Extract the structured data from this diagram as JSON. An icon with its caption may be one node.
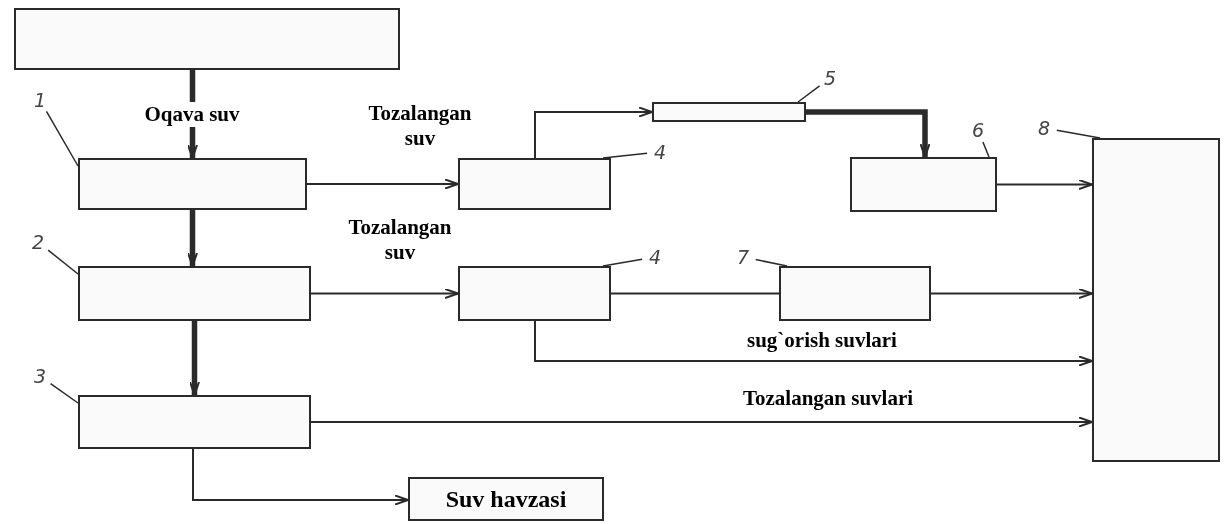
{
  "diagram": {
    "nodes": [
      {
        "text": [],
        "shape": "box"
      },
      {
        "text": [],
        "shape": "box"
      },
      {
        "text": [],
        "shape": "box"
      },
      {
        "text": [],
        "shape": "box"
      },
      {
        "text": [],
        "shape": "box"
      },
      {
        "text": [],
        "shape": "box"
      },
      {
        "text": [],
        "shape": "box"
      },
      {
        "text": [],
        "shape": "box"
      },
      {
        "text": [],
        "shape": "box"
      },
      {
        "text": [],
        "shape": "box"
      },
      {
        "text": [
          "Suv havzasi"
        ]
      },
      {
        "text": [
          "1"
        ]
      },
      {
        "text": [
          "4"
        ]
      },
      {
        "text": [
          "5"
        ]
      },
      {
        "text": [
          "6"
        ]
      },
      {
        "text": [
          "8"
        ]
      },
      {
        "text": [
          "2"
        ]
      },
      {
        "text": [
          "4"
        ]
      },
      {
        "text": [
          "7"
        ]
      },
      {
        "text": [
          "3"
        ]
      }
    ],
    "edges": [
      {
        "from": 0,
        "to": 1,
        "arrow": "to",
        "label": "Oqava suv",
        "style": "thick"
      },
      {
        "from": 1,
        "to": 2,
        "arrow": "to",
        "label": "Tozalangan suv"
      },
      {
        "from": 2,
        "to": 3,
        "arrow": "to"
      },
      {
        "from": 3,
        "to": 4,
        "arrow": "to",
        "style": "thick"
      },
      {
        "from": 4,
        "to": 5,
        "arrow": "to"
      },
      {
        "from": 1,
        "to": 6,
        "arrow": "to",
        "style": "thick"
      },
      {
        "from": 6,
        "to": 7,
        "arrow": "to",
        "label": "Tozalangan suv"
      },
      {
        "from": 7,
        "to": 8,
        "arrow": "none"
      },
      {
        "from": 8,
        "to": 5,
        "arrow": "to"
      },
      {
        "from": 7,
        "to": 5,
        "arrow": "to",
        "label": "sug`orish suvlari"
      },
      {
        "from": 6,
        "to": 9,
        "arrow": "to",
        "style": "thick"
      },
      {
        "from": 9,
        "to": 5,
        "arrow": "to",
        "label": "Tozalangan suvlari"
      },
      {
        "from": 9,
        "to": 10,
        "arrow": "to"
      },
      {
        "from": 11,
        "to": 1,
        "arrow": "none"
      },
      {
        "from": 12,
        "to": 2,
        "arrow": "none"
      },
      {
        "from": 13,
        "to": 3,
        "arrow": "none"
      },
      {
        "from": 14,
        "to": 4,
        "arrow": "none"
      },
      {
        "from": 15,
        "to": 5,
        "arrow": "none"
      },
      {
        "from": 16,
        "to": 6,
        "arrow": "none"
      },
      {
        "from": 17,
        "to": 7,
        "arrow": "none"
      },
      {
        "from": 18,
        "to": 8,
        "arrow": "none"
      },
      {
        "from": 19,
        "to": 9,
        "arrow": "none"
      }
    ]
  }
}
